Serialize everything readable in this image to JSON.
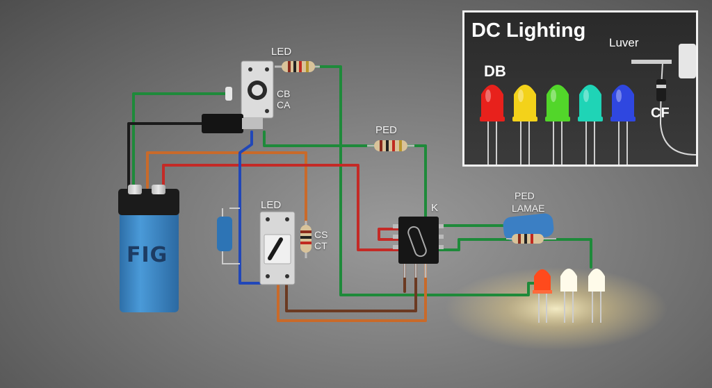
{
  "labels": {
    "led_top": "LED",
    "cb": "CB",
    "ca": "CA",
    "ped_mid": "PED",
    "led_mid": "LED",
    "cs": "CS",
    "ct": "CT",
    "k": "K",
    "ped_right": "PED",
    "lamae": "LAMAE"
  },
  "battery": {
    "brand": "FIG"
  },
  "inset": {
    "title": "DC Lighting",
    "db": "DB",
    "luver": "Luver",
    "cf": "CF",
    "leds": [
      "red",
      "yellow",
      "green",
      "cyan",
      "blue"
    ]
  },
  "colors": {
    "red": "#e8211c",
    "yellow": "#f3d21a",
    "green": "#52d62a",
    "cyan": "#1fd4b6",
    "blue": "#2f47e0",
    "wire_green": "#1e8a3a",
    "wire_red": "#c42a26",
    "wire_blue": "#2147b8",
    "wire_orange": "#c96a2a",
    "battery_blue": "#3d8fd0"
  }
}
